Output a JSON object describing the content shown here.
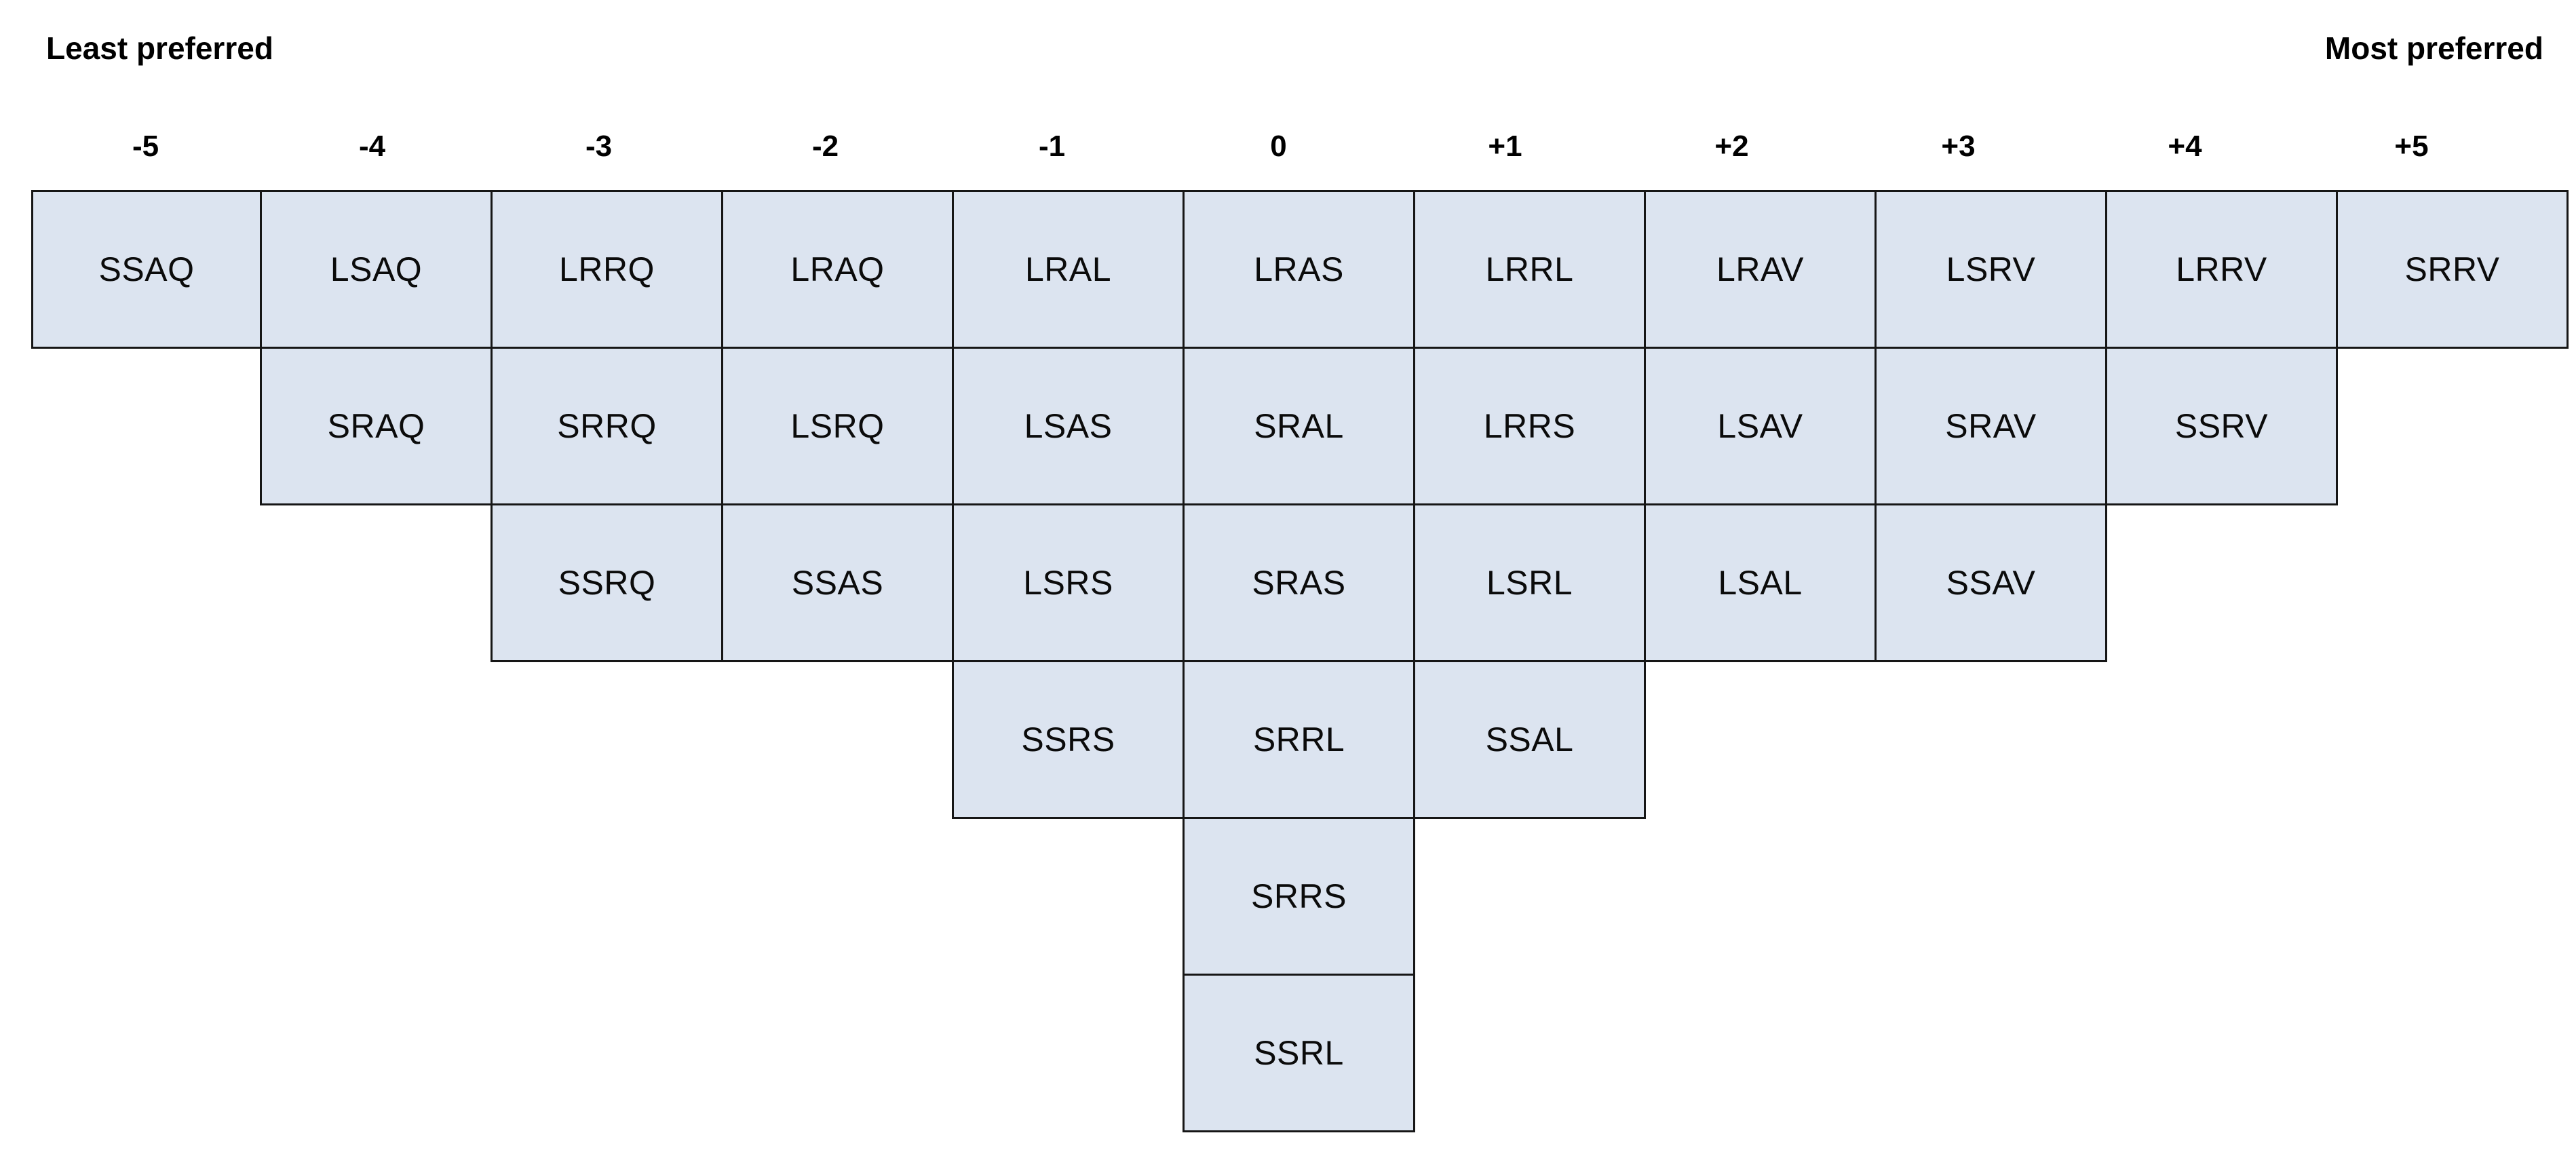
{
  "anchors": {
    "least": "Least preferred",
    "most": "Most preferred"
  },
  "chart_data": {
    "type": "table",
    "title": "Q-sort preference distribution grid",
    "xlabel": "",
    "ylabel": "",
    "grid": true,
    "legend": "none",
    "columns": [
      {
        "header": "-5",
        "count": 1,
        "cells": [
          "SSAQ"
        ]
      },
      {
        "header": "-4",
        "count": 2,
        "cells": [
          "LSAQ",
          "SRAQ"
        ]
      },
      {
        "header": "-3",
        "count": 3,
        "cells": [
          "LRRQ",
          "SRRQ",
          "SSRQ"
        ]
      },
      {
        "header": "-2",
        "count": 3,
        "cells": [
          "LRAQ",
          "LSRQ",
          "SSAS"
        ]
      },
      {
        "header": "-1",
        "count": 4,
        "cells": [
          "LRAL",
          "LSAS",
          "LSRS",
          "SSRS"
        ]
      },
      {
        "header": "0",
        "count": 6,
        "cells": [
          "LRAS",
          "SRAL",
          "SRAS",
          "SRRL",
          "SRRS",
          "SSRL"
        ]
      },
      {
        "header": "+1",
        "count": 4,
        "cells": [
          "LRRL",
          "LRRS",
          "LSRL",
          "SSAL"
        ]
      },
      {
        "header": "+2",
        "count": 3,
        "cells": [
          "LRAV",
          "LSAV",
          "LSAL"
        ]
      },
      {
        "header": "+3",
        "count": 3,
        "cells": [
          "LSRV",
          "SRAV",
          "SSAV"
        ]
      },
      {
        "header": "+4",
        "count": 2,
        "cells": [
          "LRRV",
          "SSRV"
        ]
      },
      {
        "header": "+5",
        "count": 1,
        "cells": [
          "SRRV"
        ]
      }
    ],
    "total_cells": 32,
    "colors": {
      "cell_fill": "#dce4f0",
      "cell_border": "#161616",
      "text": "#0b0b0b",
      "background": "#ffffff"
    }
  }
}
